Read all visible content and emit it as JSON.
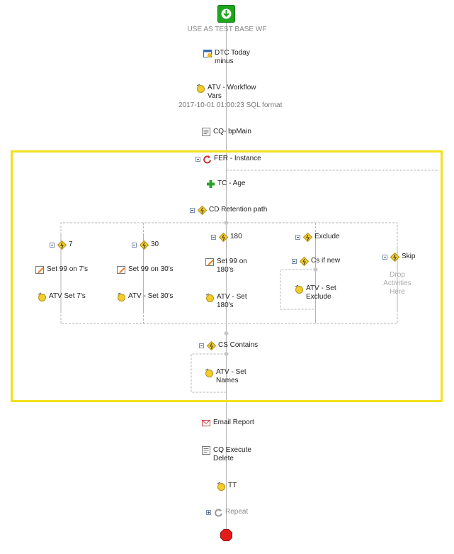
{
  "workflow": {
    "start": {
      "label": "USE AS TEST BASE WF",
      "icon": "start-down-arrow-icon",
      "color": "#1fa51f"
    },
    "dtc": {
      "label": "DTC Today\nminus",
      "icon": "date-calendar-icon"
    },
    "atv_vars": {
      "label": "ATV - Workflow\nVars",
      "subtext": "2017-10-01 01:00:23  SQL format",
      "icon": "assign-variable-icon"
    },
    "cq_main": {
      "label": "CQ- bpMain",
      "icon": "custom-query-icon"
    },
    "fer": {
      "label": "FER - Instance",
      "icon": "for-each-loop-icon"
    },
    "tc_age": {
      "label": "TC - Age",
      "icon": "green-plus-icon"
    },
    "cd_retention": {
      "label": "CD Retention path",
      "icon": "decision-icon"
    },
    "branches": {
      "b7": {
        "label": "7",
        "set": "Set 99 on 7's",
        "atv": "ATV Set 7's"
      },
      "b30": {
        "label": "30",
        "set": "Set 99 on 30's",
        "atv": "ATV - Set 30's"
      },
      "b180": {
        "label": "180",
        "set": "Set 99 on\n180's",
        "atv": "ATV - Set\n180's"
      },
      "exclude": {
        "label": "Exclude",
        "cs_new": "Cs if new",
        "atv": "ATV - Set\nExclude"
      },
      "skip": {
        "label": "Skip",
        "drop": "Drop\nActivities\nHere"
      }
    },
    "cs_contains": {
      "label": "CS Contains",
      "atv": "ATV - Set\nNames"
    },
    "email": {
      "label": "Email Report",
      "icon": "email-icon"
    },
    "cq_delete": {
      "label": "CQ Execute\nDelete",
      "icon": "custom-query-icon"
    },
    "tt": {
      "label": "TT",
      "icon": "assign-variable-icon"
    },
    "repeat": {
      "label": "Repeat",
      "icon": "repeat-icon"
    },
    "stop": {
      "icon": "stop-octagon-icon",
      "color": "#e31b1b"
    },
    "highlight_color": "#f2e01b"
  }
}
